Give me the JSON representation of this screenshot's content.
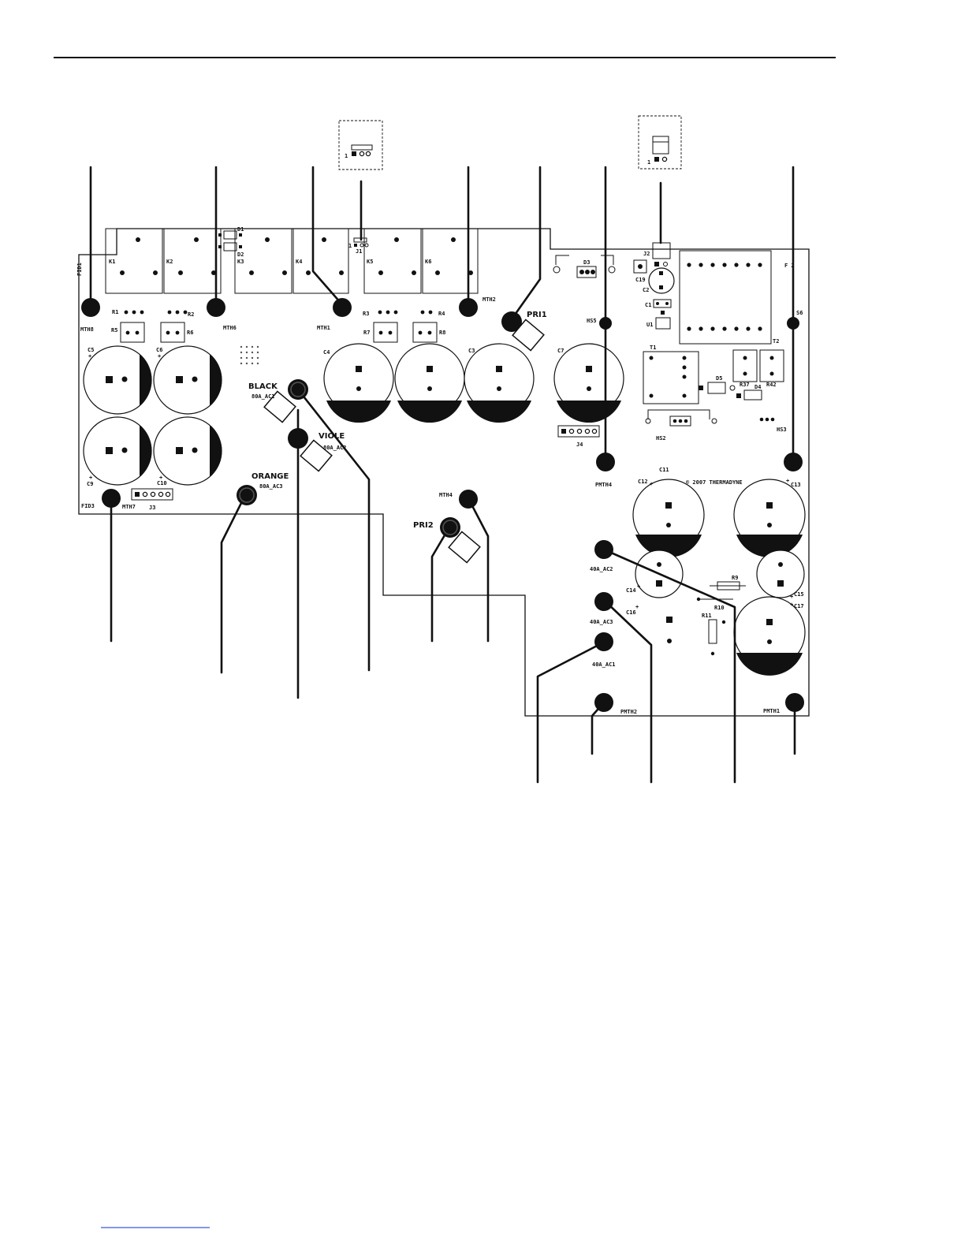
{
  "relays": [
    "K1",
    "K2",
    "K3",
    "K4",
    "K5",
    "K6"
  ],
  "top_components": {
    "diodes": [
      "D1",
      "D2"
    ],
    "jumper_j1": "J1",
    "pin_one": "1",
    "d3": "D3",
    "j2": "J2",
    "c19": "C19",
    "c2": "C2",
    "c1": "C1",
    "u1": "U1",
    "fid1": "FID1",
    "fid2": "F 2"
  },
  "resistors": {
    "r1": "R1",
    "r2": "R2",
    "r3": "R3",
    "r4": "R4",
    "r5": "R5",
    "r6": "R6",
    "r7": "R7",
    "r8": "R8",
    "r9": "R9",
    "r10": "R10",
    "r11": "R11",
    "r37": "R37",
    "r42": "R42"
  },
  "mounting_holes": {
    "mth8": "MTH8",
    "mth6": "MTH6",
    "mth1": "MTH1",
    "mth2": "MTH2",
    "mth7": "MTH7",
    "mth4": "MTH4",
    "hs5": "HS5",
    "s6": "S6",
    "pmth4": "PMTH4",
    "pmth2": "PMTH2",
    "pmth1": "PMTH1",
    "hs2": "HS2",
    "hs3": "HS3",
    "fid3": "FID3"
  },
  "terminals": {
    "pri1": "PRI1",
    "pri2": "PRI2",
    "black": "BLACK",
    "black_sub": "80A_AC1",
    "violet": "VIOLE",
    "violet_sub": "80A_AC2",
    "orange": "ORANGE",
    "orange_sub": "80A_AC3",
    "ac2_40": "40A_AC2",
    "ac3_40": "40A_AC3",
    "ac1_40": "40A_AC1"
  },
  "capacitors": {
    "c5": "C5",
    "c6": "C6",
    "c9": "C9",
    "c10": "C10",
    "c4": "C4",
    "c3": "C3",
    "c7": "C7",
    "c11": "C11",
    "c12": "C12",
    "c13": "C13",
    "c14": "C14",
    "c15": "C15",
    "c16": "C16",
    "c17": "C17"
  },
  "connectors": {
    "j3": "J3",
    "j4": "J4"
  },
  "transformers": {
    "t1": "T1",
    "t2": "T2",
    "d5": "D5",
    "d4": "D4"
  },
  "copyright": "© 2007 THERMADYNE"
}
